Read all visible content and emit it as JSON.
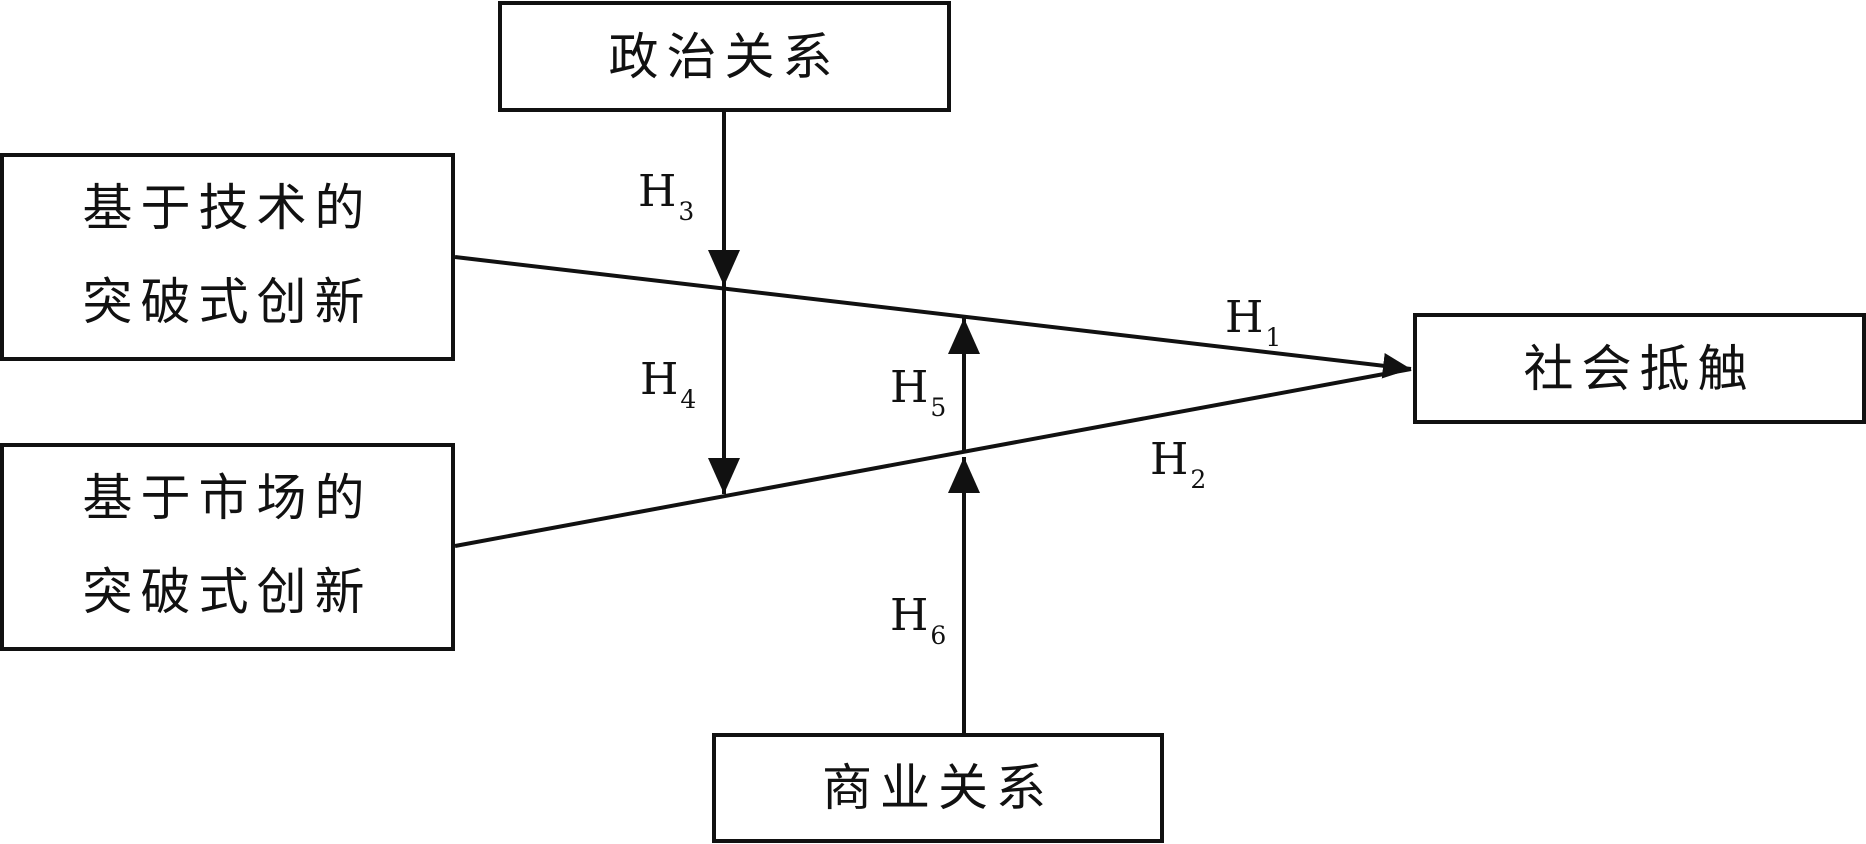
{
  "nodes": {
    "political_relations": "政治关系",
    "tech_innovation": [
      "基于技术的",
      "突破式创新"
    ],
    "market_innovation": [
      "基于市场的",
      "突破式创新"
    ],
    "social_resistance": "社会抵触",
    "business_relations": "商业关系"
  },
  "hypotheses": {
    "h1": {
      "letter": "H",
      "index": "1"
    },
    "h2": {
      "letter": "H",
      "index": "2"
    },
    "h3": {
      "letter": "H",
      "index": "3"
    },
    "h4": {
      "letter": "H",
      "index": "4"
    },
    "h5": {
      "letter": "H",
      "index": "5"
    },
    "h6": {
      "letter": "H",
      "index": "6"
    }
  },
  "colors": {
    "line": "#111111",
    "background": "#ffffff"
  }
}
